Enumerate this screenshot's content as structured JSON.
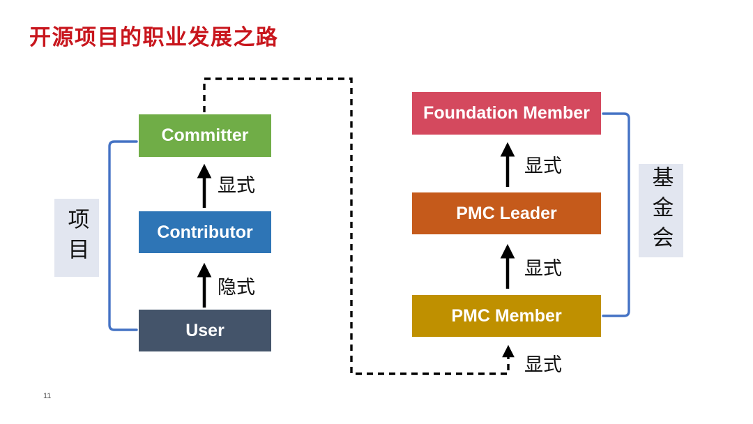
{
  "slide": {
    "title": "开源项目的职业发展之路",
    "title_color": "#C8161D",
    "page_number": "11",
    "background": "#FFFFFF"
  },
  "project_track": {
    "group_label": "项目",
    "group_label_bg": "#E2E6F0",
    "boxes": [
      {
        "label": "User",
        "color": "#44546A"
      },
      {
        "label": "Contributor",
        "color": "#2E75B6"
      },
      {
        "label": "Committer",
        "color": "#70AD47"
      }
    ],
    "arrows": [
      {
        "from": "User",
        "to": "Contributor",
        "label": "隐式",
        "style": "solid"
      },
      {
        "from": "Contributor",
        "to": "Committer",
        "label": "显式",
        "style": "solid"
      }
    ]
  },
  "foundation_track": {
    "group_label": "基金会",
    "group_label_bg": "#E2E6F0",
    "boxes": [
      {
        "label": "PMC Member",
        "color": "#BF9000"
      },
      {
        "label": "PMC Leader",
        "color": "#C55A1B"
      },
      {
        "label": "Foundation Member",
        "color": "#D4495E"
      }
    ],
    "arrows": [
      {
        "from": "PMC Member",
        "to": "PMC Leader",
        "label": "显式",
        "style": "solid"
      },
      {
        "from": "PMC Leader",
        "to": "Foundation Member",
        "label": "显式",
        "style": "solid"
      }
    ]
  },
  "cross_connector": {
    "from": "Committer",
    "to": "PMC Member",
    "label": "显式",
    "style": "dashed",
    "color": "#000000"
  },
  "brackets": {
    "color": "#4472C4",
    "left_spans": "Committer–User",
    "right_spans": "Foundation Member–PMC Member"
  },
  "colors": {
    "arrow_black": "#000000"
  }
}
